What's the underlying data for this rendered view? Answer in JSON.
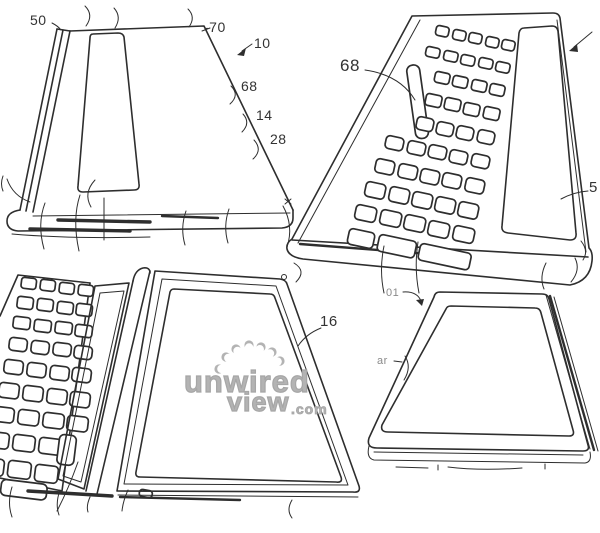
{
  "labels": {
    "n50": "50",
    "n70": "-70",
    "n10": "10",
    "n68a": "68",
    "n14": "14",
    "n28": "28",
    "n68b": "68",
    "n5": "5",
    "n16": "16",
    "n01": "01",
    "nar": "ar"
  },
  "watermark": {
    "word1": "unwired",
    "word2": "view",
    "domain": ".com"
  },
  "colors": {
    "ink": "#2e2e2e",
    "watermark": "#b3b3b3",
    "background": "#ffffff"
  }
}
